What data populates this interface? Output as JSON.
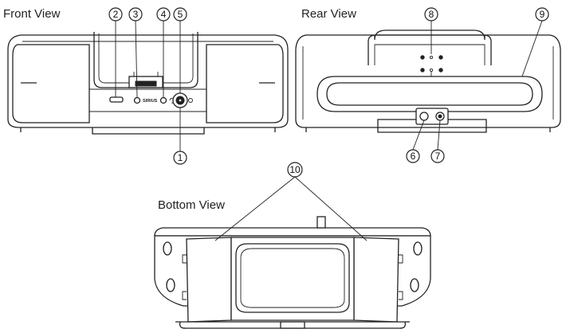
{
  "views": {
    "front": "Front View",
    "rear": "Rear View",
    "bottom": "Bottom View"
  },
  "brand_logo": "SIRIUS",
  "callouts": {
    "n1": "1",
    "n2": "2",
    "n3": "3",
    "n4": "4",
    "n5": "5",
    "n6": "6",
    "n7": "7",
    "n8": "8",
    "n9": "9",
    "n10": "10"
  },
  "colors": {
    "line": "#222222",
    "background": "#ffffff"
  }
}
